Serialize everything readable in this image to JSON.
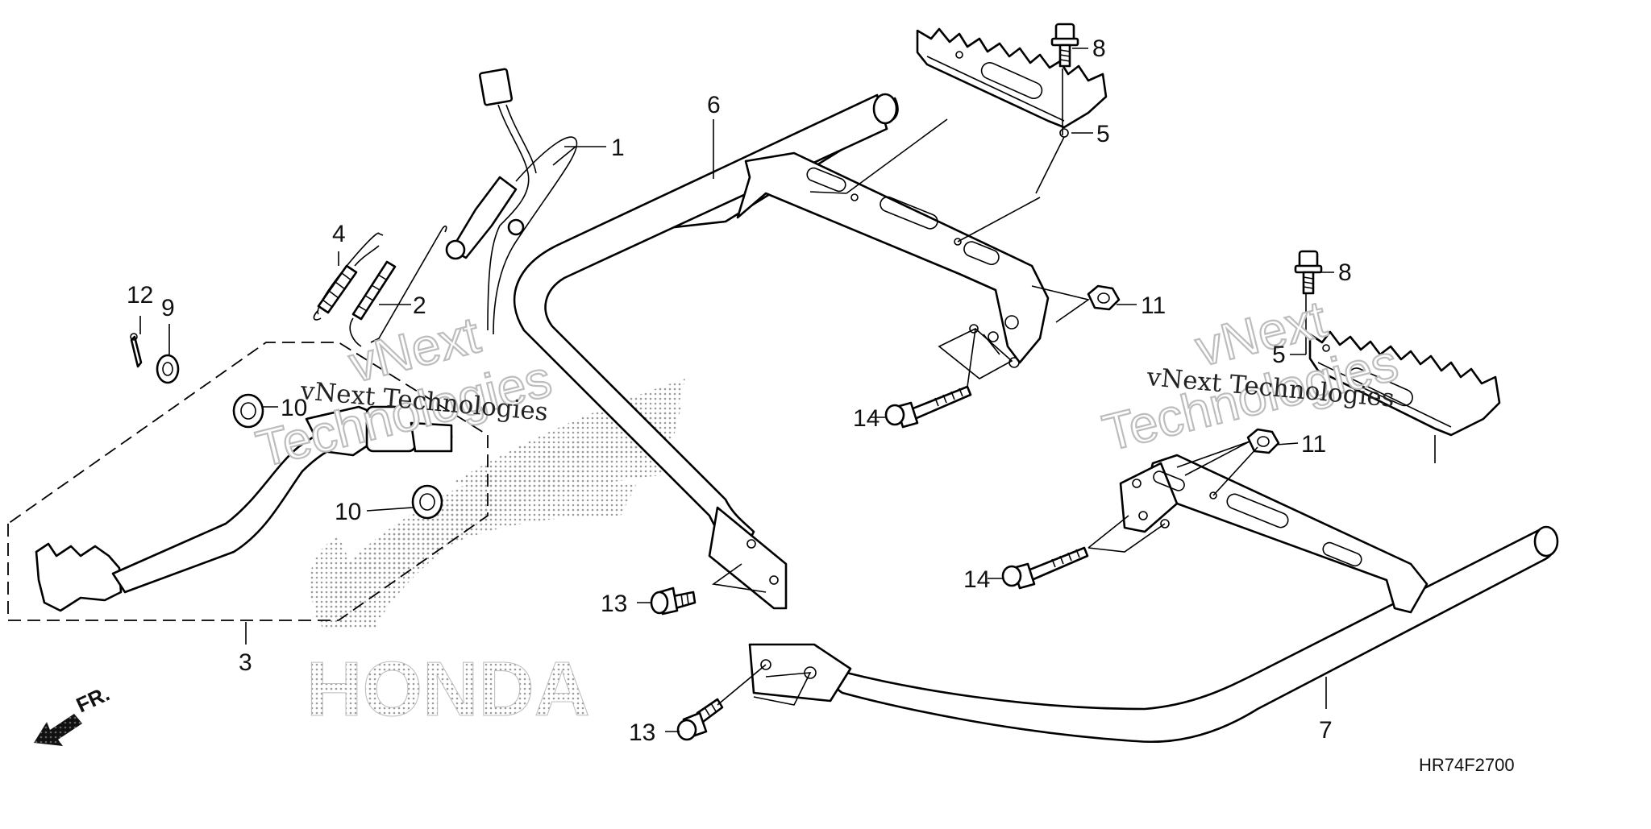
{
  "diagram": {
    "reference_code": "HR74F2700",
    "direction_label": "FR.",
    "brand_mark": "HONDA",
    "watermark_small": "vNext Technologies",
    "watermark_large_1": "vNext",
    "watermark_large_2": "Technologies",
    "callouts": [
      {
        "id": "c1",
        "label": "1"
      },
      {
        "id": "c2",
        "label": "2"
      },
      {
        "id": "c3",
        "label": "3"
      },
      {
        "id": "c4",
        "label": "4"
      },
      {
        "id": "c5a",
        "label": "5"
      },
      {
        "id": "c5b",
        "label": "5"
      },
      {
        "id": "c6",
        "label": "6"
      },
      {
        "id": "c7",
        "label": "7"
      },
      {
        "id": "c8a",
        "label": "8"
      },
      {
        "id": "c8b",
        "label": "8"
      },
      {
        "id": "c9",
        "label": "9"
      },
      {
        "id": "c10a",
        "label": "10"
      },
      {
        "id": "c10b",
        "label": "10"
      },
      {
        "id": "c11a",
        "label": "11"
      },
      {
        "id": "c11b",
        "label": "11"
      },
      {
        "id": "c12",
        "label": "12"
      },
      {
        "id": "c13a",
        "label": "13"
      },
      {
        "id": "c13b",
        "label": "13"
      },
      {
        "id": "c14a",
        "label": "14"
      },
      {
        "id": "c14b",
        "label": "14"
      }
    ]
  }
}
